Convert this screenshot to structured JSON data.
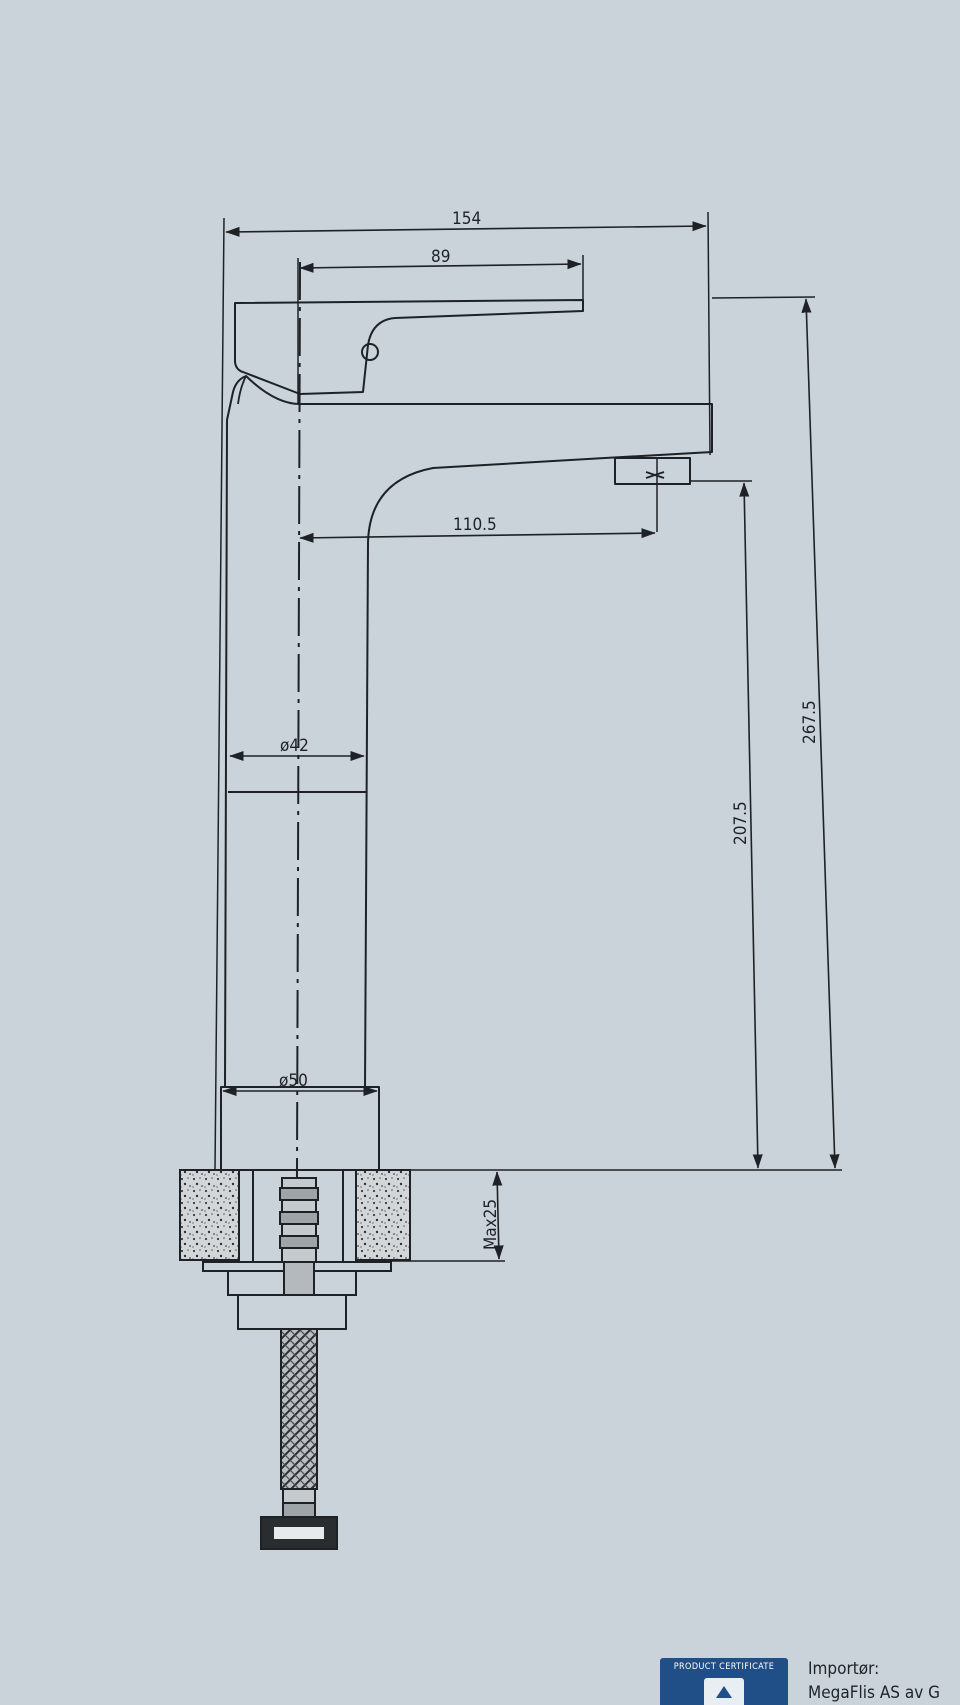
{
  "drawing": {
    "dimensions": {
      "overall_width": "154",
      "lever_length": "89",
      "spout_reach": "110.5",
      "body_diameter": "ø42",
      "base_diameter": "ø50",
      "spout_height": "207.5",
      "overall_height": "267.5",
      "max_counter_thickness": "Max25"
    }
  },
  "footer": {
    "certificate_label": "PRODUCT CERTIFICATE",
    "importer_title": "Importør:",
    "importer_name": "MegaFlis AS av G"
  },
  "colors": {
    "paper": "#c9d3d9",
    "ink": "#1e2226",
    "badge_blue": "#1f4f86"
  }
}
